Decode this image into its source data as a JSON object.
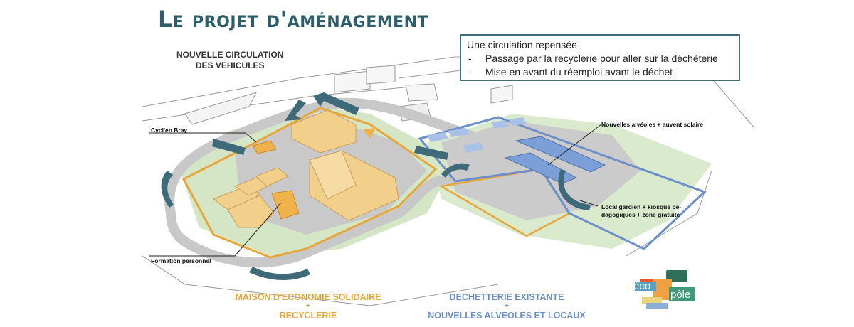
{
  "title": "Le projet d'aménagement",
  "callout": {
    "heading": "Une circulation repensée",
    "bullets": [
      "Passage par la recyclerie pour aller sur la déchèterie",
      "Mise en avant du réemploi avant le déchet"
    ],
    "dash": "-"
  },
  "labels": {
    "circulation_line1": "NOUVELLE CIRCULATION",
    "circulation_line2": "DES VEHICULES",
    "cyclenbray": "Cycl'en Bray",
    "formation": "Formation personnel",
    "alveoles_solaire": "Nouvelles alvéoles + auvent solaire",
    "local_line1": "Local gardien + kiosque pé-",
    "local_line2": "dagogiques + zone gratuite"
  },
  "captions": {
    "left_line1": "MAISON D'ECONOMIE SOLIDAIRE",
    "left_plus": "+",
    "left_line2": "RECYCLERIE",
    "right_line1": "DECHETTERIE EXISTANTE",
    "right_plus": "+",
    "right_line2": "NOUVELLES ALVEOLES ET LOCAUX"
  },
  "logo": {
    "left": "éco",
    "right": "pôle"
  },
  "colors": {
    "title": "#2e5e6b",
    "orange": "#e8a63a",
    "blue": "#6b8fc9",
    "arrow": "#3f6a7a",
    "grass": "#c9dfb5",
    "road": "#cfcfcf",
    "building": "#f2cf8a",
    "solar": "#7b9fd6"
  }
}
